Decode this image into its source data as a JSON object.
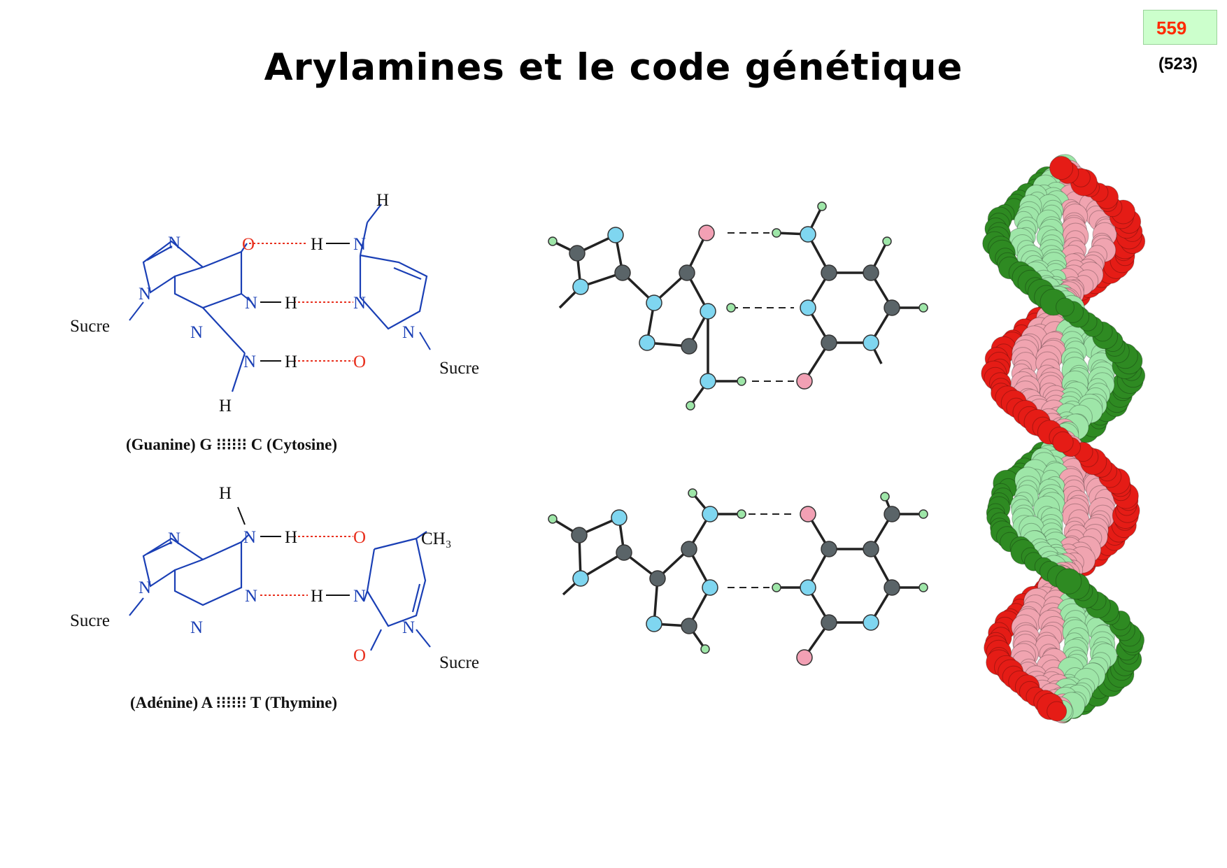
{
  "header": {
    "title": "Arylamines et le code génétique",
    "page_number": "559",
    "old_page_number": "(523)"
  },
  "gc_pair": {
    "caption": "(Guanine) G ⁝⁝⁝⁝⁝⁝ C (Cytosine)",
    "sugar_left": "Sucre",
    "sugar_right": "Sucre"
  },
  "at_pair": {
    "caption": "(Adénine) A ⁝⁝⁝⁝⁝⁝ T (Thymine)",
    "sugar_left": "Sucre",
    "sugar_right": "Sucre",
    "methyl": "CH₃"
  },
  "atoms": {
    "N": "N",
    "O": "O",
    "H": "H"
  },
  "colors": {
    "nitrogen": "#1a3fb5",
    "oxygen": "#e8301e",
    "hbond": "#e8301e",
    "model_n": "#7fd6f0",
    "model_o": "#f2a0b4",
    "model_c": "#5a6468",
    "helix_red": "#e51c16",
    "helix_pink": "#f0a4b0",
    "helix_green": "#2e8a22",
    "helix_lightgreen": "#9ee6a8"
  }
}
